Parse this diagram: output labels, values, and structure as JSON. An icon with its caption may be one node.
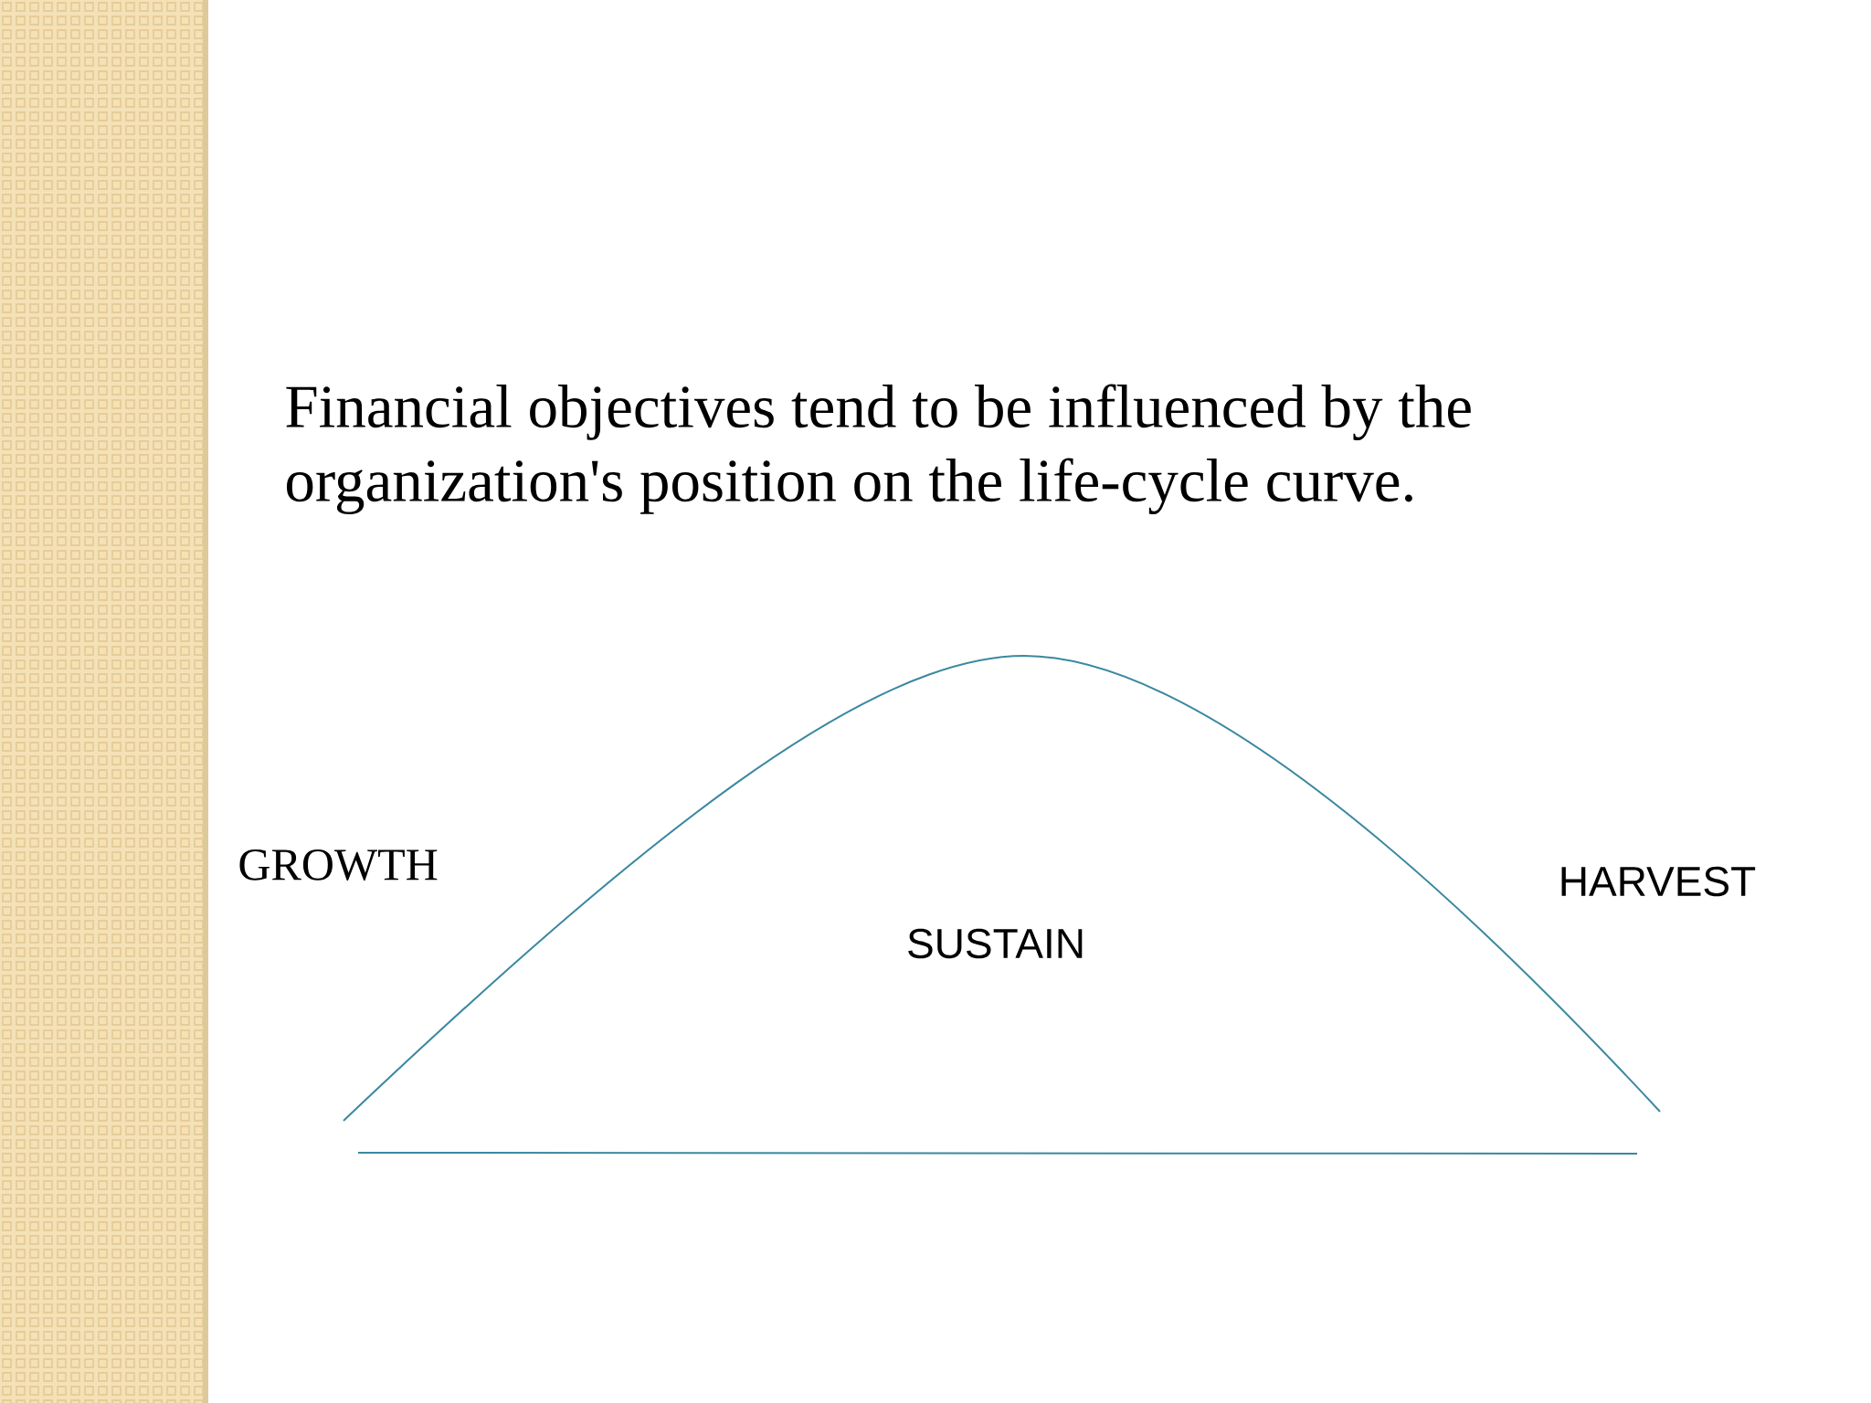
{
  "diagram": {
    "title": "Financial objectives tend to be influenced by the organization's position on the life-cycle curve.",
    "labels": [
      "GROWTH",
      "SUSTAIN",
      "HARVEST"
    ]
  }
}
